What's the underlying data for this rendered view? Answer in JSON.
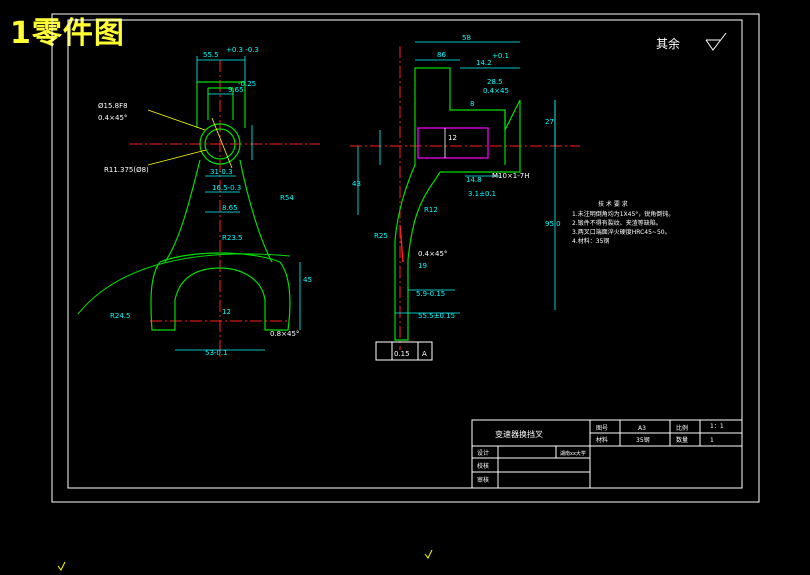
{
  "heading": "1零件图",
  "surface": {
    "label": "其余"
  },
  "dims_left": {
    "top_width": "55.5",
    "top_tol": "+0.3\n-0.3",
    "slot": "9.65",
    "slot_tol": "-0.25",
    "hole": "Ø15.8F8",
    "chamfer": "0.4×45°",
    "radius": "R11.375(Ø8)",
    "w1": "31-0.3",
    "w2": "16.5-0.3",
    "w3": "8.65",
    "r1": "R23.5",
    "r2": "R54",
    "fork_w": "53-0.1",
    "fork_r": "R24.5",
    "height_45": "45",
    "chamfer2": "0.8×45°",
    "slot12": "12"
  },
  "dims_right": {
    "top": "58",
    "d86": "86",
    "d14": "14.2",
    "d14_tol": "+0.1",
    "d28": "28.5",
    "d28_tol": "0.4×45",
    "d8": "8",
    "d12": "12",
    "h43": "43",
    "m10": "M10×1-7H",
    "d14_8": "14.8",
    "d3": "3.1±0.1",
    "r12": "R12",
    "r25": "R25",
    "chamfer": "0.4×45°",
    "d19": "19",
    "d59": "5.9-0.15",
    "d55": "55.5±0.15",
    "h950": "95.0",
    "h27": "27",
    "dat": "0.15",
    "dat_ref": "A"
  },
  "notes": {
    "title": "技 术 要 求",
    "lines": [
      "1.未注明倒角均为1X45°，锐角倒钝。",
      "2.锻件不得有裂纹、夹渣等缺陷。",
      "3.两叉口端面淬火硬度HRC45~50。",
      "4.材料：35钢"
    ]
  },
  "titleblock": {
    "name": "变速器换挡叉",
    "sheet_label": "图号",
    "sheet_value": "A3",
    "scale_label": "比例",
    "scale_value": "1：1",
    "material_label": "材料",
    "material_value": "35钢",
    "qty_label": "数量",
    "qty_value": "1",
    "design": "设计",
    "check": "校核",
    "review": "审核",
    "school": "湖南xx大学"
  },
  "colors": {
    "part": "#00dd00",
    "dim": "#00ffff",
    "center": "#ff2020",
    "leader": "#ffff00",
    "thread": "#ff00ff",
    "frame": "#ffffff"
  }
}
